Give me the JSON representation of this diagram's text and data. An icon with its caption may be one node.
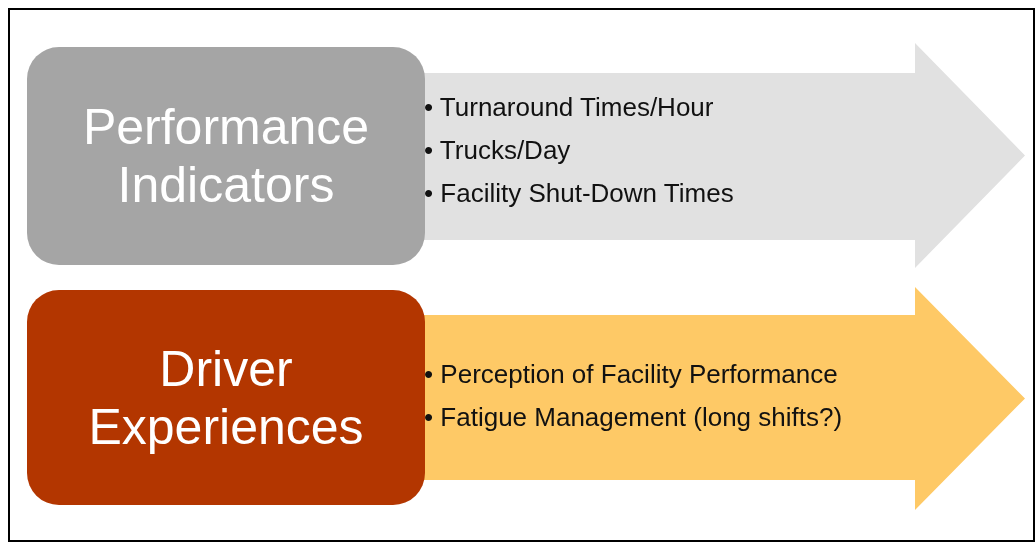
{
  "diagram": {
    "nodes": [
      {
        "text": [
          "Performance Indicators"
        ]
      },
      {
        "text": [
          "• Turnaround Times/Hour",
          "• Trucks/Day",
          "• Facility Shut-Down Times"
        ]
      },
      {
        "text": [
          "Driver Experiences"
        ]
      },
      {
        "text": [
          "• Perception of Facility Performance",
          "• Fatigue Management (long shifts?)"
        ]
      }
    ]
  }
}
